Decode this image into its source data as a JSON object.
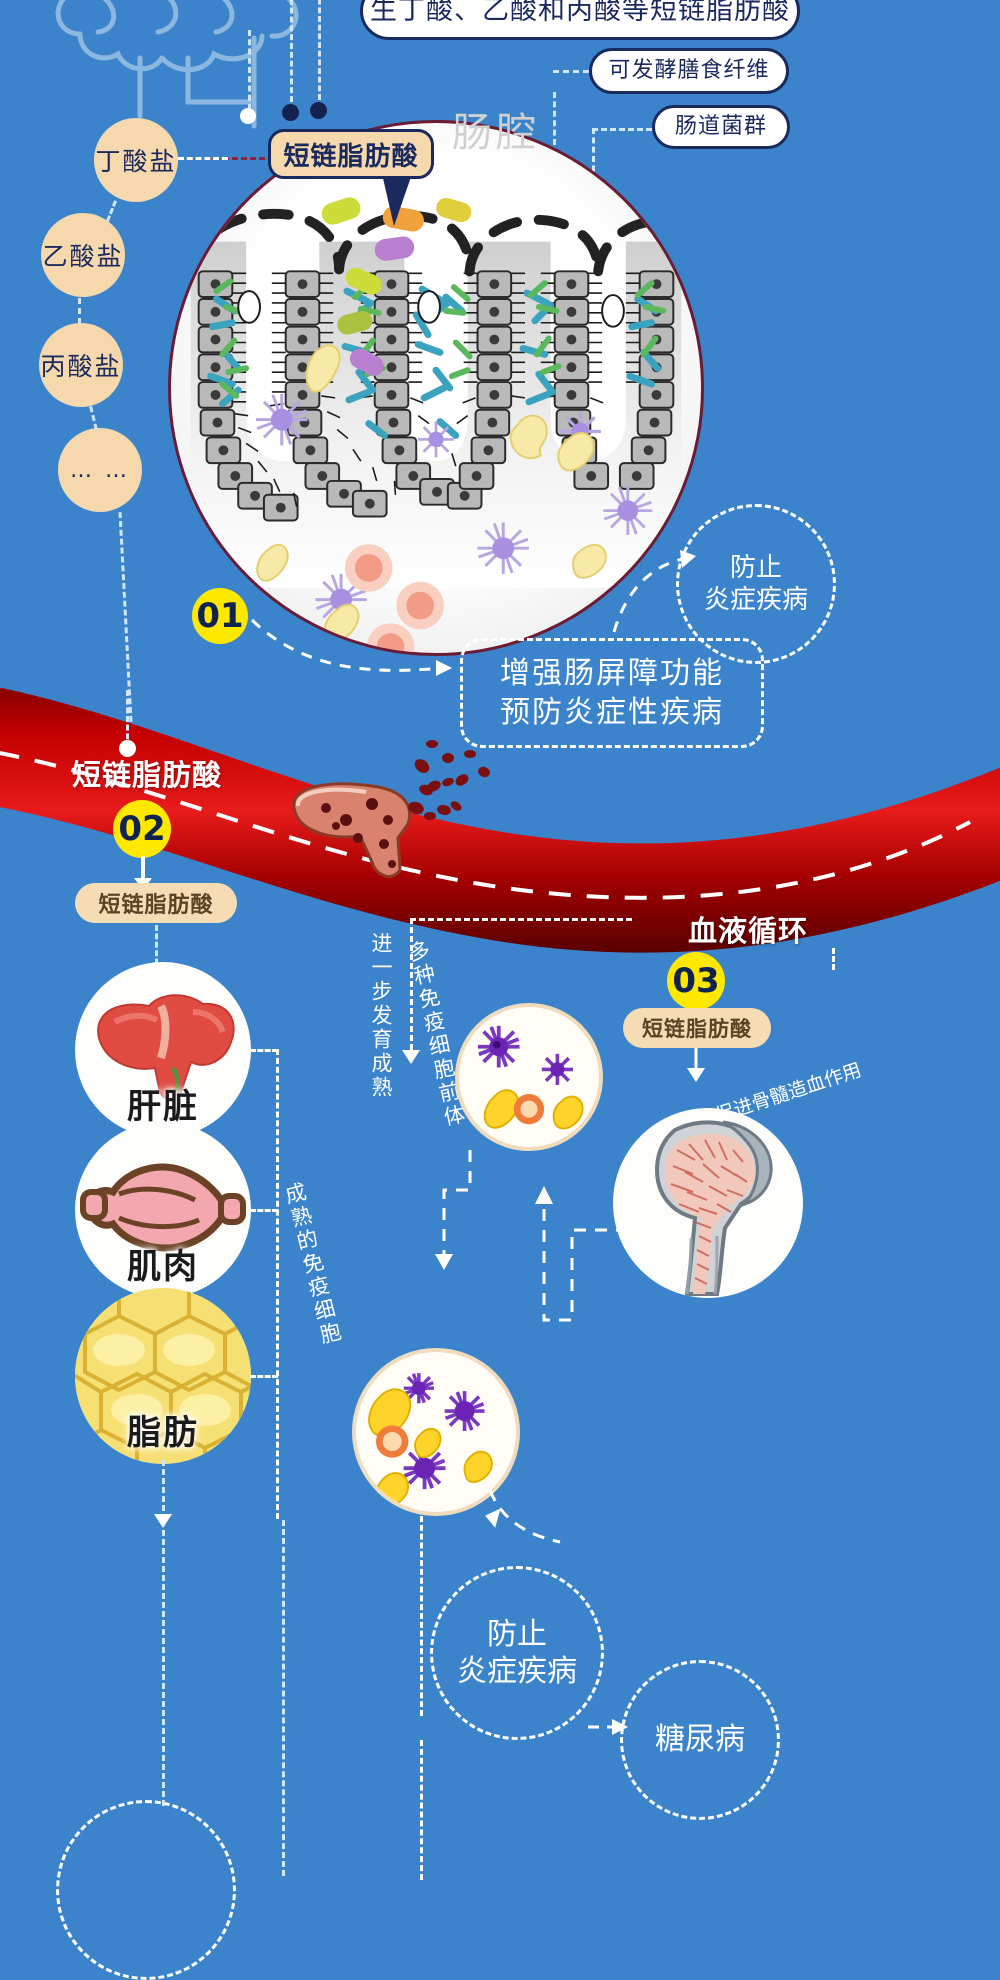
{
  "theme": {
    "background": "#3b84cc",
    "badge_yellow": "#ffe800",
    "pill_tan": "#f5d9ad",
    "ink_navy": "#1b2a5e",
    "vessel_red": "#b30000"
  },
  "top_callouts": [
    {
      "id": "scfa_sentence",
      "text": "生丁酸、乙酸和丙酸等短链脂肪酸"
    },
    {
      "id": "fiber",
      "text": "可发酵膳食纤维"
    },
    {
      "id": "microbiota",
      "text": "肠道菌群"
    }
  ],
  "gut": {
    "lumen_label": "肠腔",
    "scfa_pill": "短链脂肪酸"
  },
  "left_column": [
    {
      "id": "butyrate",
      "text": "丁酸盐"
    },
    {
      "id": "acetate",
      "text": "乙酸盐"
    },
    {
      "id": "propionate",
      "text": "丙酸盐"
    },
    {
      "id": "ellipsis",
      "text": "… …"
    }
  ],
  "badges": [
    {
      "id": "step1",
      "text": "01"
    },
    {
      "id": "step2",
      "text": "02"
    },
    {
      "id": "step3",
      "text": "03"
    }
  ],
  "outcome_circles": [
    {
      "id": "prevent_inflam_top",
      "line1": "防止",
      "line2": "炎症疾病"
    },
    {
      "id": "prevent_inflam_bottom",
      "line1": "防止",
      "line2": "炎症疾病"
    }
  ],
  "barrier_box": {
    "line1": "增强肠屏障功能",
    "line2": "预防炎症性疾病"
  },
  "vessel": {
    "scfa_label": "短链脂肪酸",
    "circulation_label": "血液循环"
  },
  "pills": {
    "scfa_to_organs": "短链脂肪酸",
    "scfa_to_bone": "短链脂肪酸"
  },
  "organs": [
    {
      "id": "liver",
      "label": "肝脏"
    },
    {
      "id": "muscle",
      "label": "肌肉"
    },
    {
      "id": "fat",
      "label": "脂肪"
    }
  ],
  "vertical_labels": [
    {
      "id": "mature_further",
      "text": "进一步发育成熟"
    },
    {
      "id": "immune_precursors",
      "text": "多种免疫细胞前体"
    },
    {
      "id": "mature_immune_cells",
      "text": "成熟的免疫细胞"
    }
  ],
  "bone": {
    "promote_label": "促进骨髓造血作用"
  },
  "diabetes_circle": {
    "text": "糖尿病"
  }
}
